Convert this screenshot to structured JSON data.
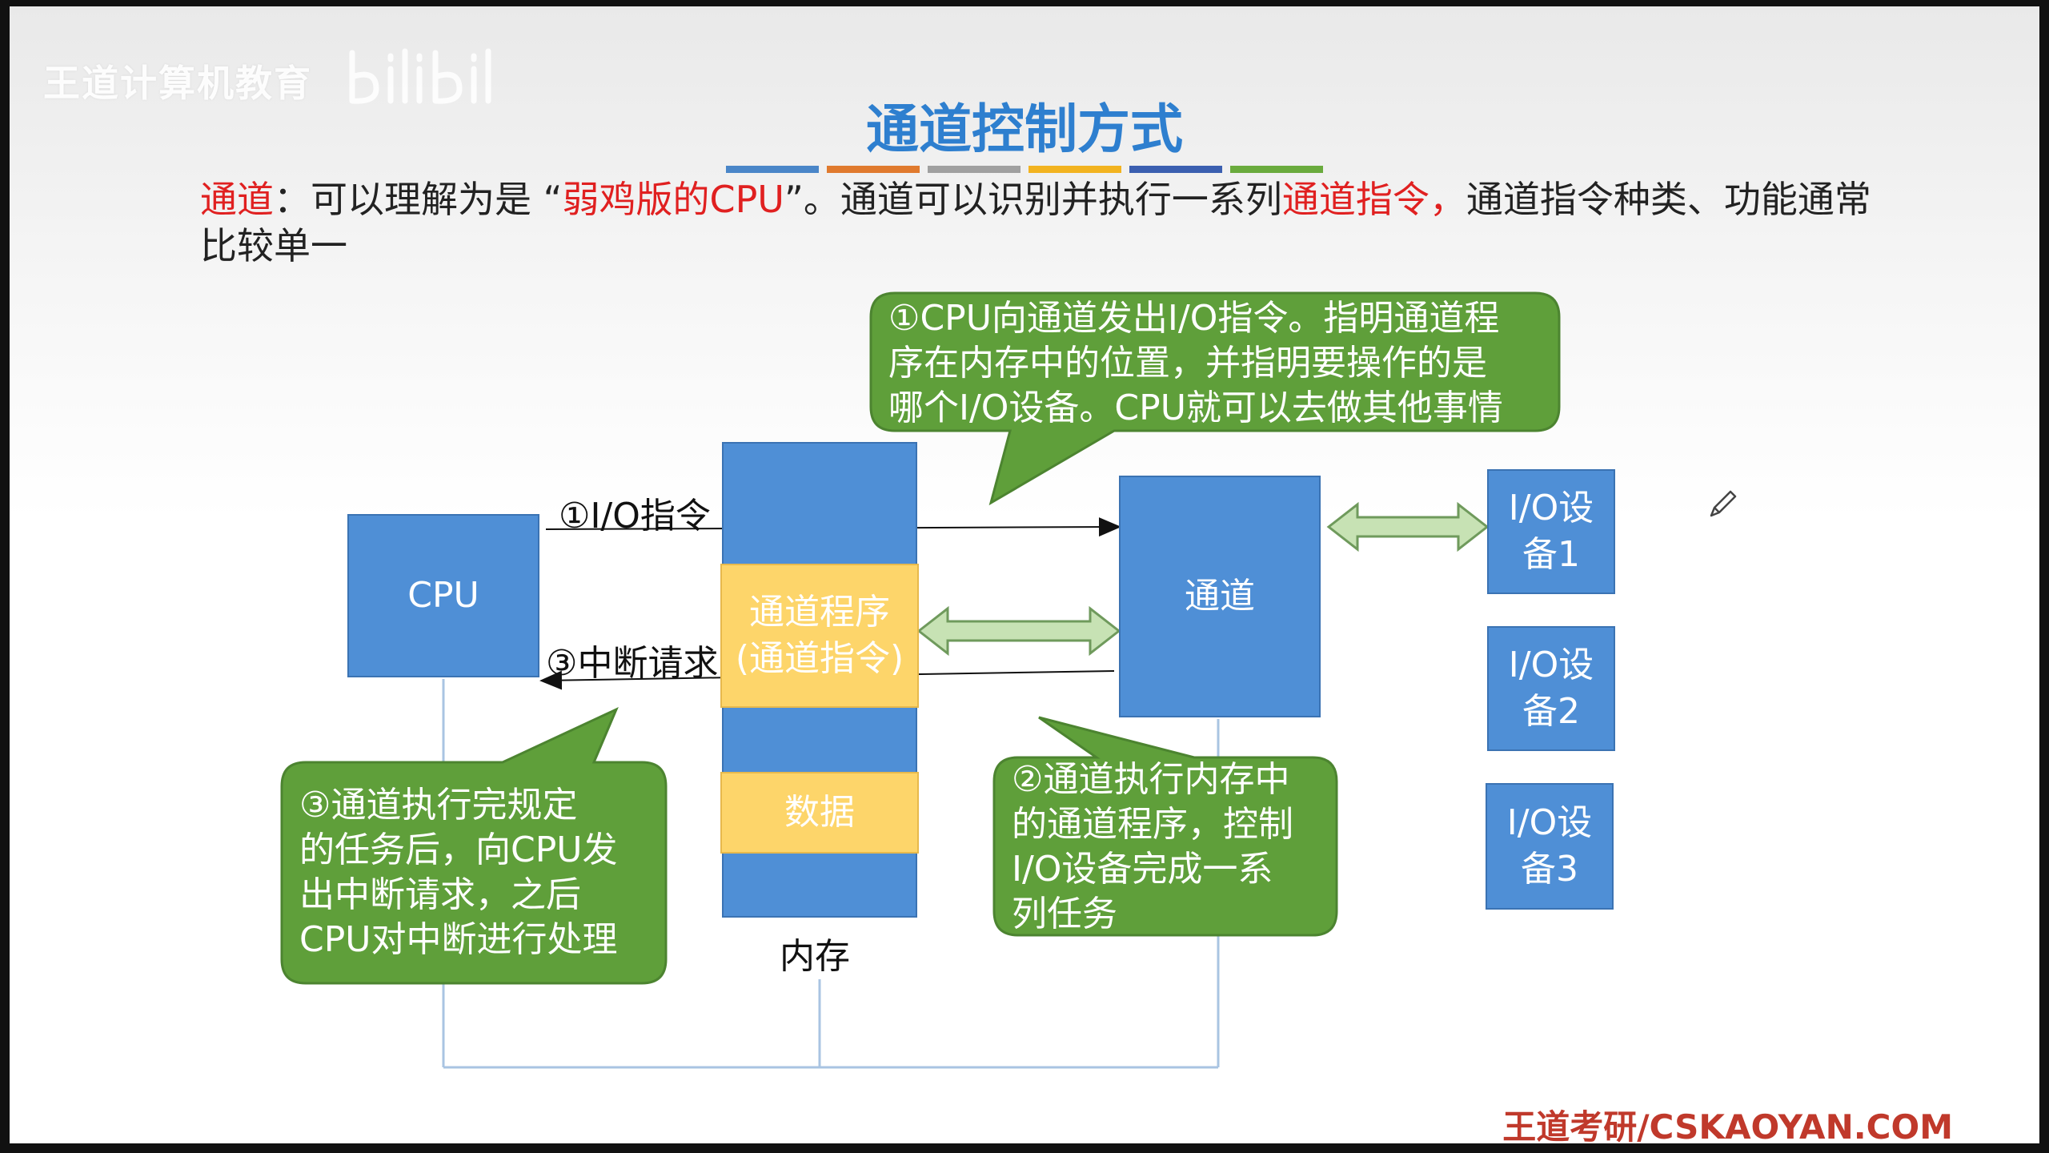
{
  "watermark": {
    "text": "王道计算机教育"
  },
  "slide": {
    "title": "通道控制方式",
    "title_rule_colors": [
      "#4a86c8",
      "#e07a2e",
      "#a0a0a0",
      "#f2b320",
      "#3b5fb0",
      "#6aab3d"
    ],
    "intro": {
      "term": "通道",
      "colon": "：可以理解为是 “",
      "weak_cpu": "弱鸡版的CPU",
      "mid": "”。通道可以识别并执行一系列",
      "channel_instr": "通道指令",
      "comma": "，",
      "rest": "通道指令种类、功能通常比较单一"
    }
  },
  "diagram": {
    "cpu_label": "CPU",
    "memory": {
      "caption": "内存",
      "program_line1": "通道程序",
      "program_line2": "(通道指令)",
      "data_label": "数据"
    },
    "channel_label": "通道",
    "devices": [
      {
        "line1": "I/O设",
        "line2": "备1"
      },
      {
        "line1": "I/O设",
        "line2": "备2"
      },
      {
        "line1": "I/O设",
        "line2": "备3"
      }
    ],
    "arrows": {
      "io_instruction": "①I/O指令",
      "interrupt_request": "③中断请求"
    },
    "callouts": {
      "step1": [
        "①CPU向通道发出I/O指令。指明通道程",
        "序在内存中的位置，并指明要操作的是",
        "哪个I/O设备。CPU就可以去做其他事情"
      ],
      "step2": [
        "②通道执行内存中",
        "的通道程序，控制",
        "I/O设备完成一系",
        "列任务"
      ],
      "step3": [
        "③通道执行完规定",
        "的任务后，向CPU发",
        "出中断请求，之后",
        "CPU对中断进行处理"
      ]
    },
    "colors": {
      "box_blue": "#4f8fd6",
      "box_yellow": "#fdd56a",
      "callout_green": "#5f9f3a",
      "arrow_green": "#c7e2b4"
    }
  },
  "footer": {
    "text": "王道考研/CSKAOYAN.COM"
  }
}
